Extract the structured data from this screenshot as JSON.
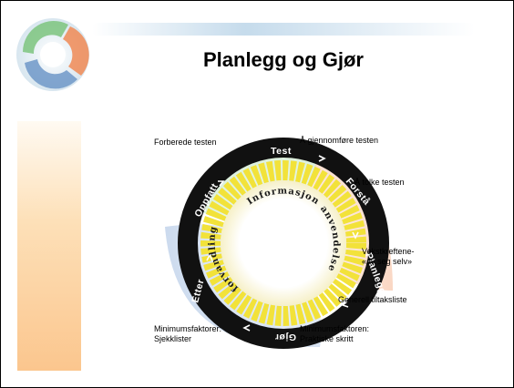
{
  "slide": {
    "title": "Planlegg og Gjør"
  },
  "cycle": {
    "ring_segments": [
      "Test",
      "Forstå",
      "Planlegg",
      "Gjør",
      "Etter",
      "Oppfatt"
    ],
    "inner_words": [
      "Informasjon",
      "anvendelse",
      "forvandling"
    ]
  },
  "labels": {
    "forberede": "Forberede testen",
    "gjennomfore": "Å gjennomføre testen",
    "tolke": "Å tolke testen",
    "vekst_line1": "Vekstkreftene-",
    "vekst_line2": "«av seg selv»",
    "tiltak": "Generell tiltaksliste",
    "min_prak_line1": "Minimumsfaktoren:",
    "min_prak_line2": "Praktiske skritt",
    "min_sjekk_line1": "Minimumsfaktorer:",
    "min_sjekk_line2": "Sjekklister"
  },
  "colors": {
    "ring": "#111111",
    "inner_fill": "#f2e23a",
    "accent_green": "#59b35a",
    "accent_orange": "#f07a3a",
    "accent_blue": "#3d6fb8"
  }
}
